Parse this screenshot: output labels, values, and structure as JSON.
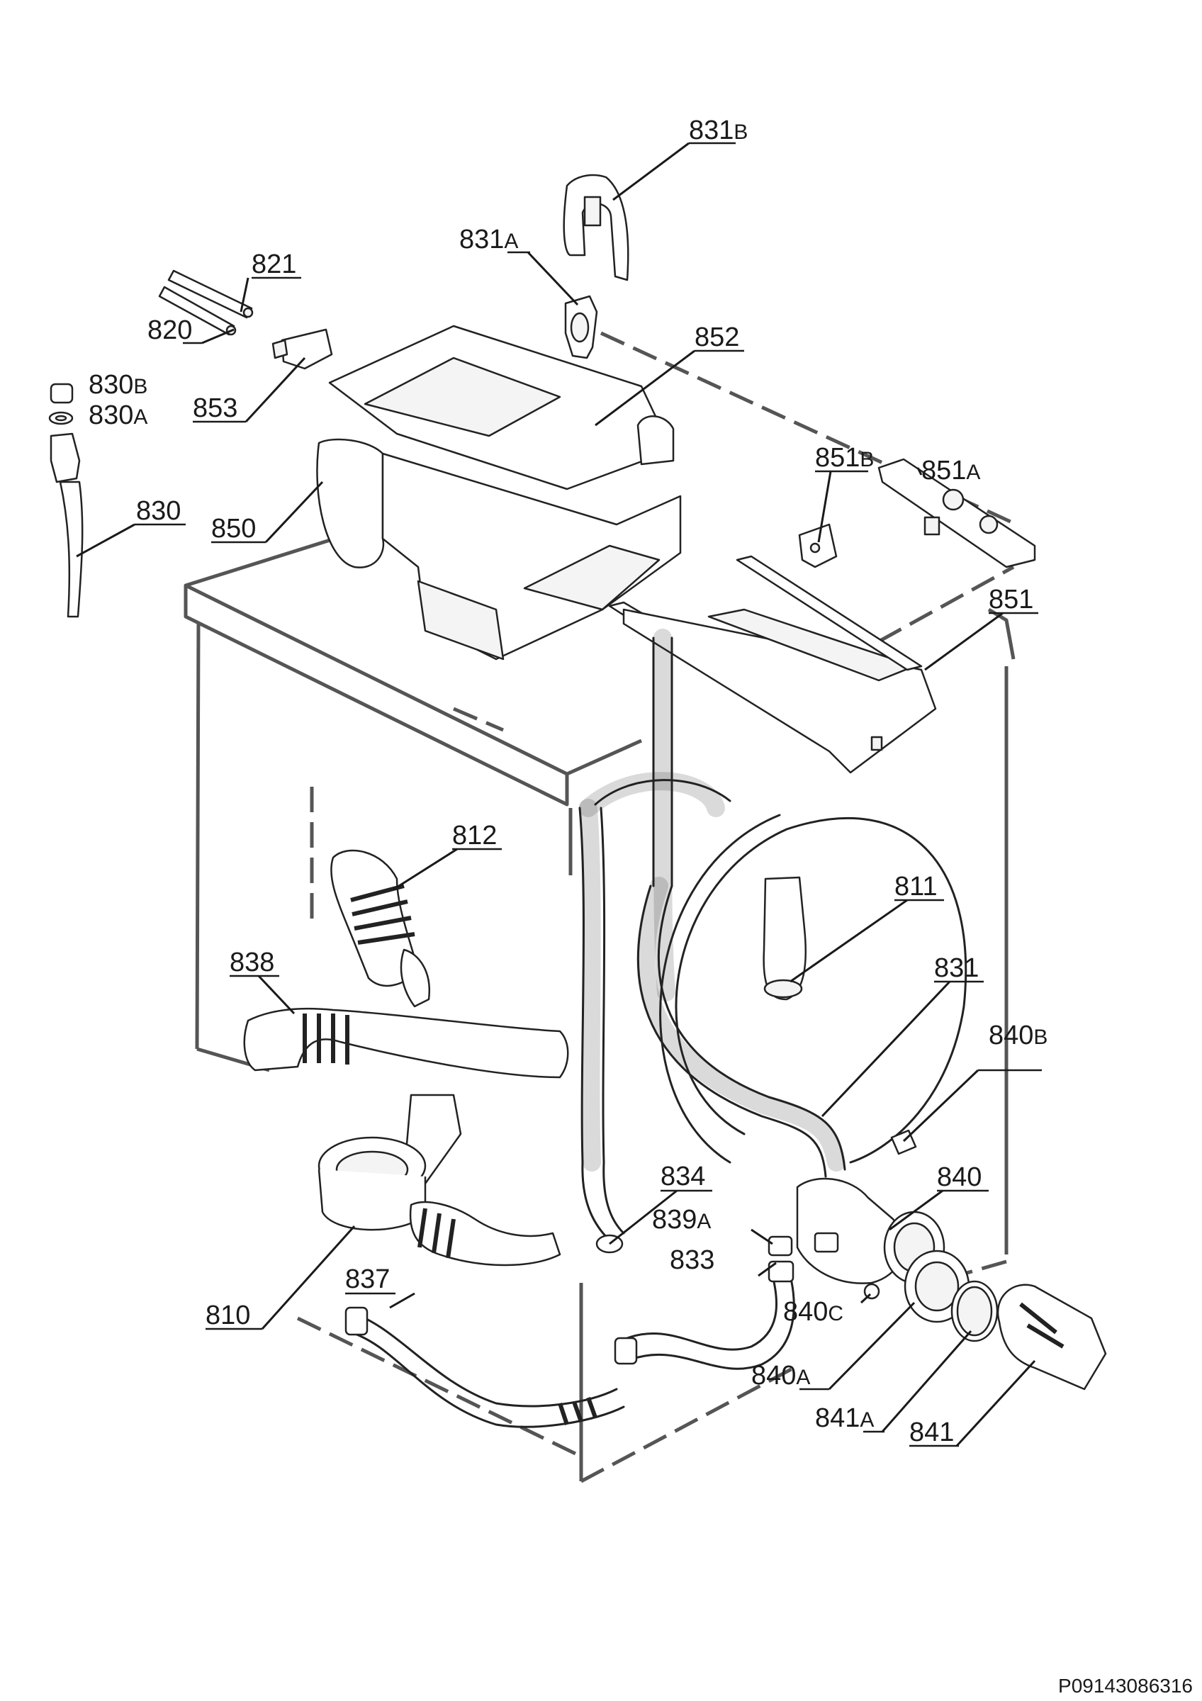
{
  "diagram": {
    "doc_code": "P09143086316",
    "parts": [
      {
        "id": "831b",
        "number": "831",
        "suffix": "B"
      },
      {
        "id": "831a",
        "number": "831",
        "suffix": "A"
      },
      {
        "id": "821",
        "number": "821",
        "suffix": ""
      },
      {
        "id": "820",
        "number": "820",
        "suffix": ""
      },
      {
        "id": "852",
        "number": "852",
        "suffix": ""
      },
      {
        "id": "853",
        "number": "853",
        "suffix": ""
      },
      {
        "id": "830b",
        "number": "830",
        "suffix": "B"
      },
      {
        "id": "830a",
        "number": "830",
        "suffix": "A"
      },
      {
        "id": "830",
        "number": "830",
        "suffix": ""
      },
      {
        "id": "850",
        "number": "850",
        "suffix": ""
      },
      {
        "id": "851b",
        "number": "851",
        "suffix": "B"
      },
      {
        "id": "851a",
        "number": "851",
        "suffix": "A"
      },
      {
        "id": "851",
        "number": "851",
        "suffix": ""
      },
      {
        "id": "812",
        "number": "812",
        "suffix": ""
      },
      {
        "id": "811",
        "number": "811",
        "suffix": ""
      },
      {
        "id": "838",
        "number": "838",
        "suffix": ""
      },
      {
        "id": "831",
        "number": "831",
        "suffix": ""
      },
      {
        "id": "840b",
        "number": "840",
        "suffix": "B"
      },
      {
        "id": "834",
        "number": "834",
        "suffix": ""
      },
      {
        "id": "840",
        "number": "840",
        "suffix": ""
      },
      {
        "id": "839a",
        "number": "839",
        "suffix": "A"
      },
      {
        "id": "833",
        "number": "833",
        "suffix": ""
      },
      {
        "id": "837",
        "number": "837",
        "suffix": ""
      },
      {
        "id": "840c",
        "number": "840",
        "suffix": "C"
      },
      {
        "id": "810",
        "number": "810",
        "suffix": ""
      },
      {
        "id": "840a",
        "number": "840",
        "suffix": "A"
      },
      {
        "id": "841a",
        "number": "841",
        "suffix": "A"
      },
      {
        "id": "841",
        "number": "841",
        "suffix": ""
      }
    ]
  }
}
